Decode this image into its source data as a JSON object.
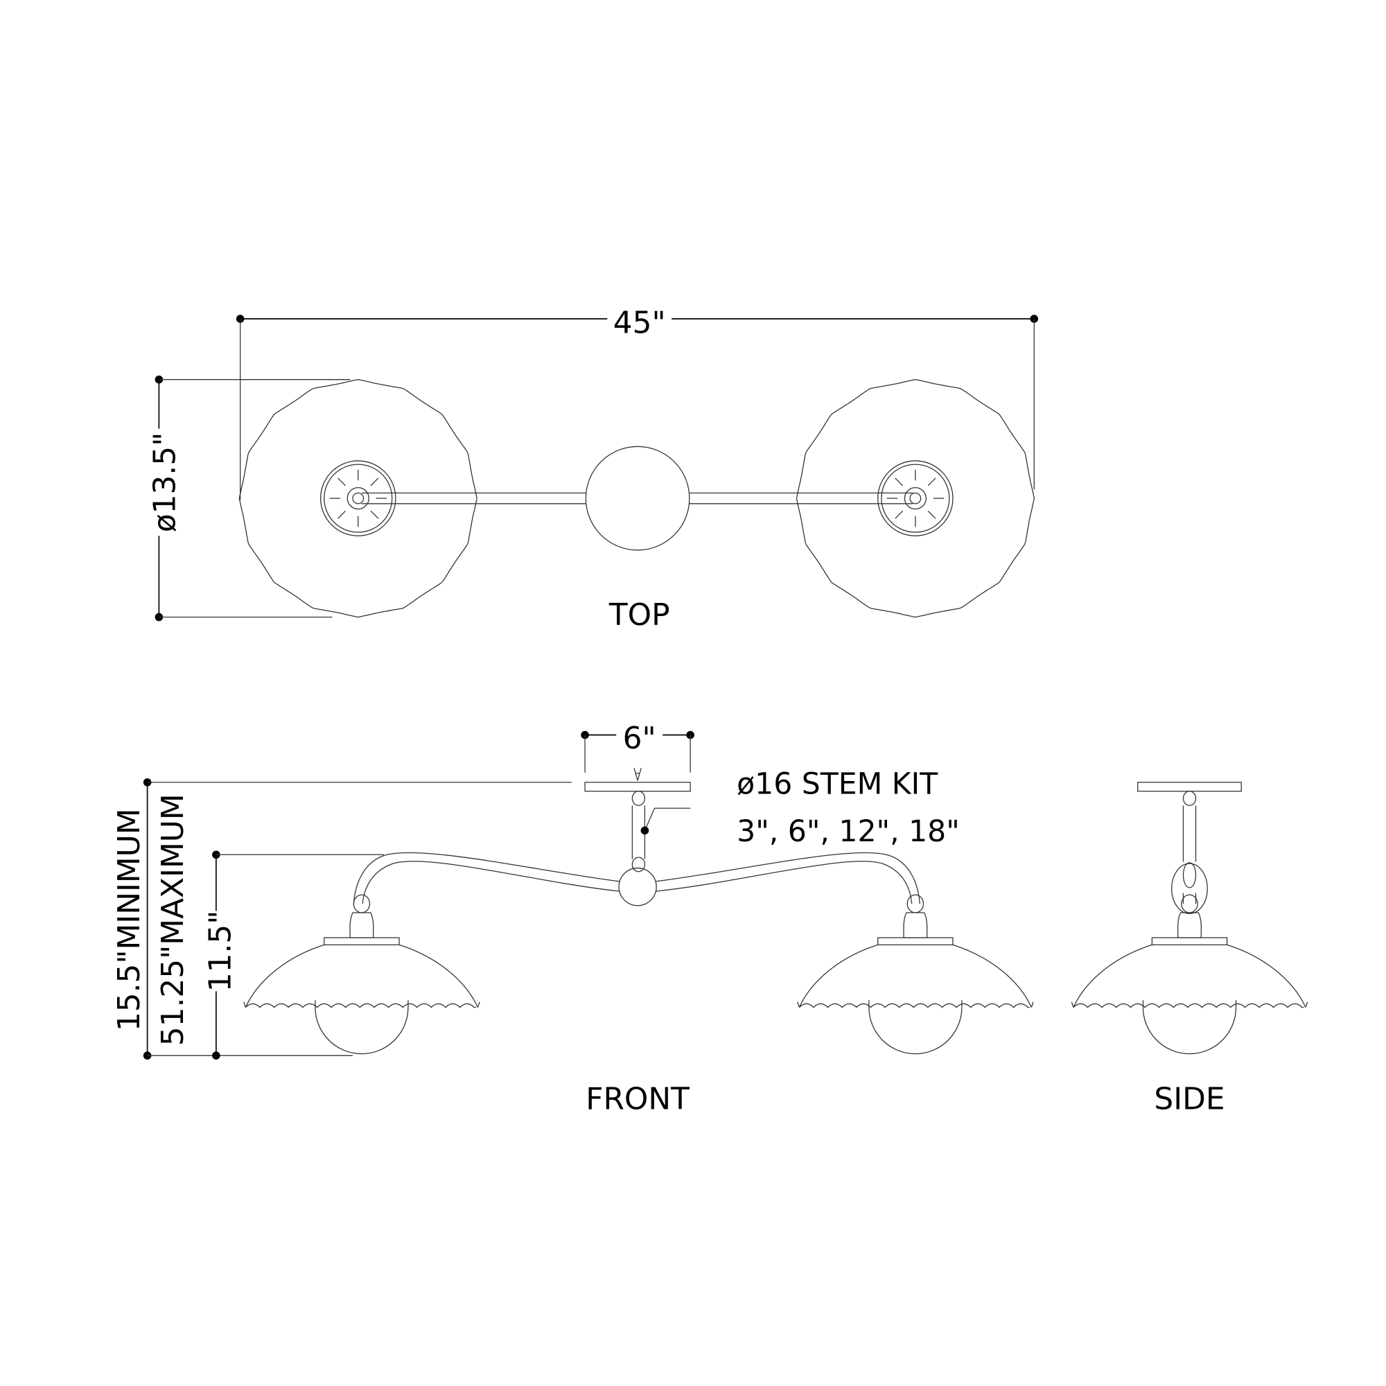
{
  "views": {
    "top": {
      "label": "TOP",
      "width_dim": "45\"",
      "diameter_dim": "ø13.5\""
    },
    "front": {
      "label": "FRONT",
      "canopy_dim": "6\"",
      "stem_kit_line1": "ø16 STEM KIT",
      "stem_kit_line2": "3\", 6\", 12\", 18\"",
      "min_height_dim": "15.5\"MINIMUM",
      "max_height_dim": "51.25\"MAXIMUM",
      "shade_height_dim": "11.5\""
    },
    "side": {
      "label": "SIDE"
    }
  }
}
